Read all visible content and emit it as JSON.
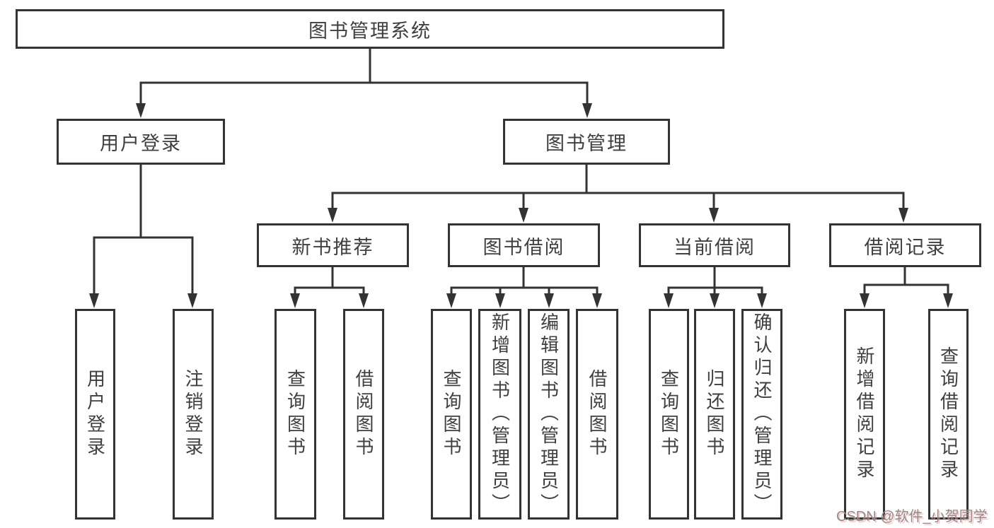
{
  "diagram": {
    "tree": {
      "root": {
        "label": "图书管理系统",
        "children": [
          {
            "label": "用户登录",
            "children": [
              {
                "label": "用户登录"
              },
              {
                "label": "注销登录"
              }
            ]
          },
          {
            "label": "图书管理",
            "children": [
              {
                "label": "新书推荐",
                "children": [
                  {
                    "label": "查询图书"
                  },
                  {
                    "label": "借阅图书"
                  }
                ]
              },
              {
                "label": "图书借阅",
                "children": [
                  {
                    "label": "查询图书"
                  },
                  {
                    "label": "新增图书（管理员）"
                  },
                  {
                    "label": "编辑图书（管理员）"
                  },
                  {
                    "label": "借阅图书"
                  }
                ]
              },
              {
                "label": "当前借阅",
                "children": [
                  {
                    "label": "查询图书"
                  },
                  {
                    "label": "归还图书"
                  },
                  {
                    "label": "确认归还（管理员）"
                  }
                ]
              },
              {
                "label": "借阅记录",
                "children": [
                  {
                    "label": "新增借阅记录"
                  },
                  {
                    "label": "查询借阅记录"
                  }
                ]
              }
            ]
          }
        ]
      }
    },
    "colors": {
      "line": "#333333",
      "node_text": "#3f3f3f",
      "background": "#ffffff",
      "watermark_text": "#8d8d8d",
      "watermark_glow": "#ff9696"
    }
  },
  "watermark": {
    "text": "CSDN @软件_小贺同学"
  }
}
